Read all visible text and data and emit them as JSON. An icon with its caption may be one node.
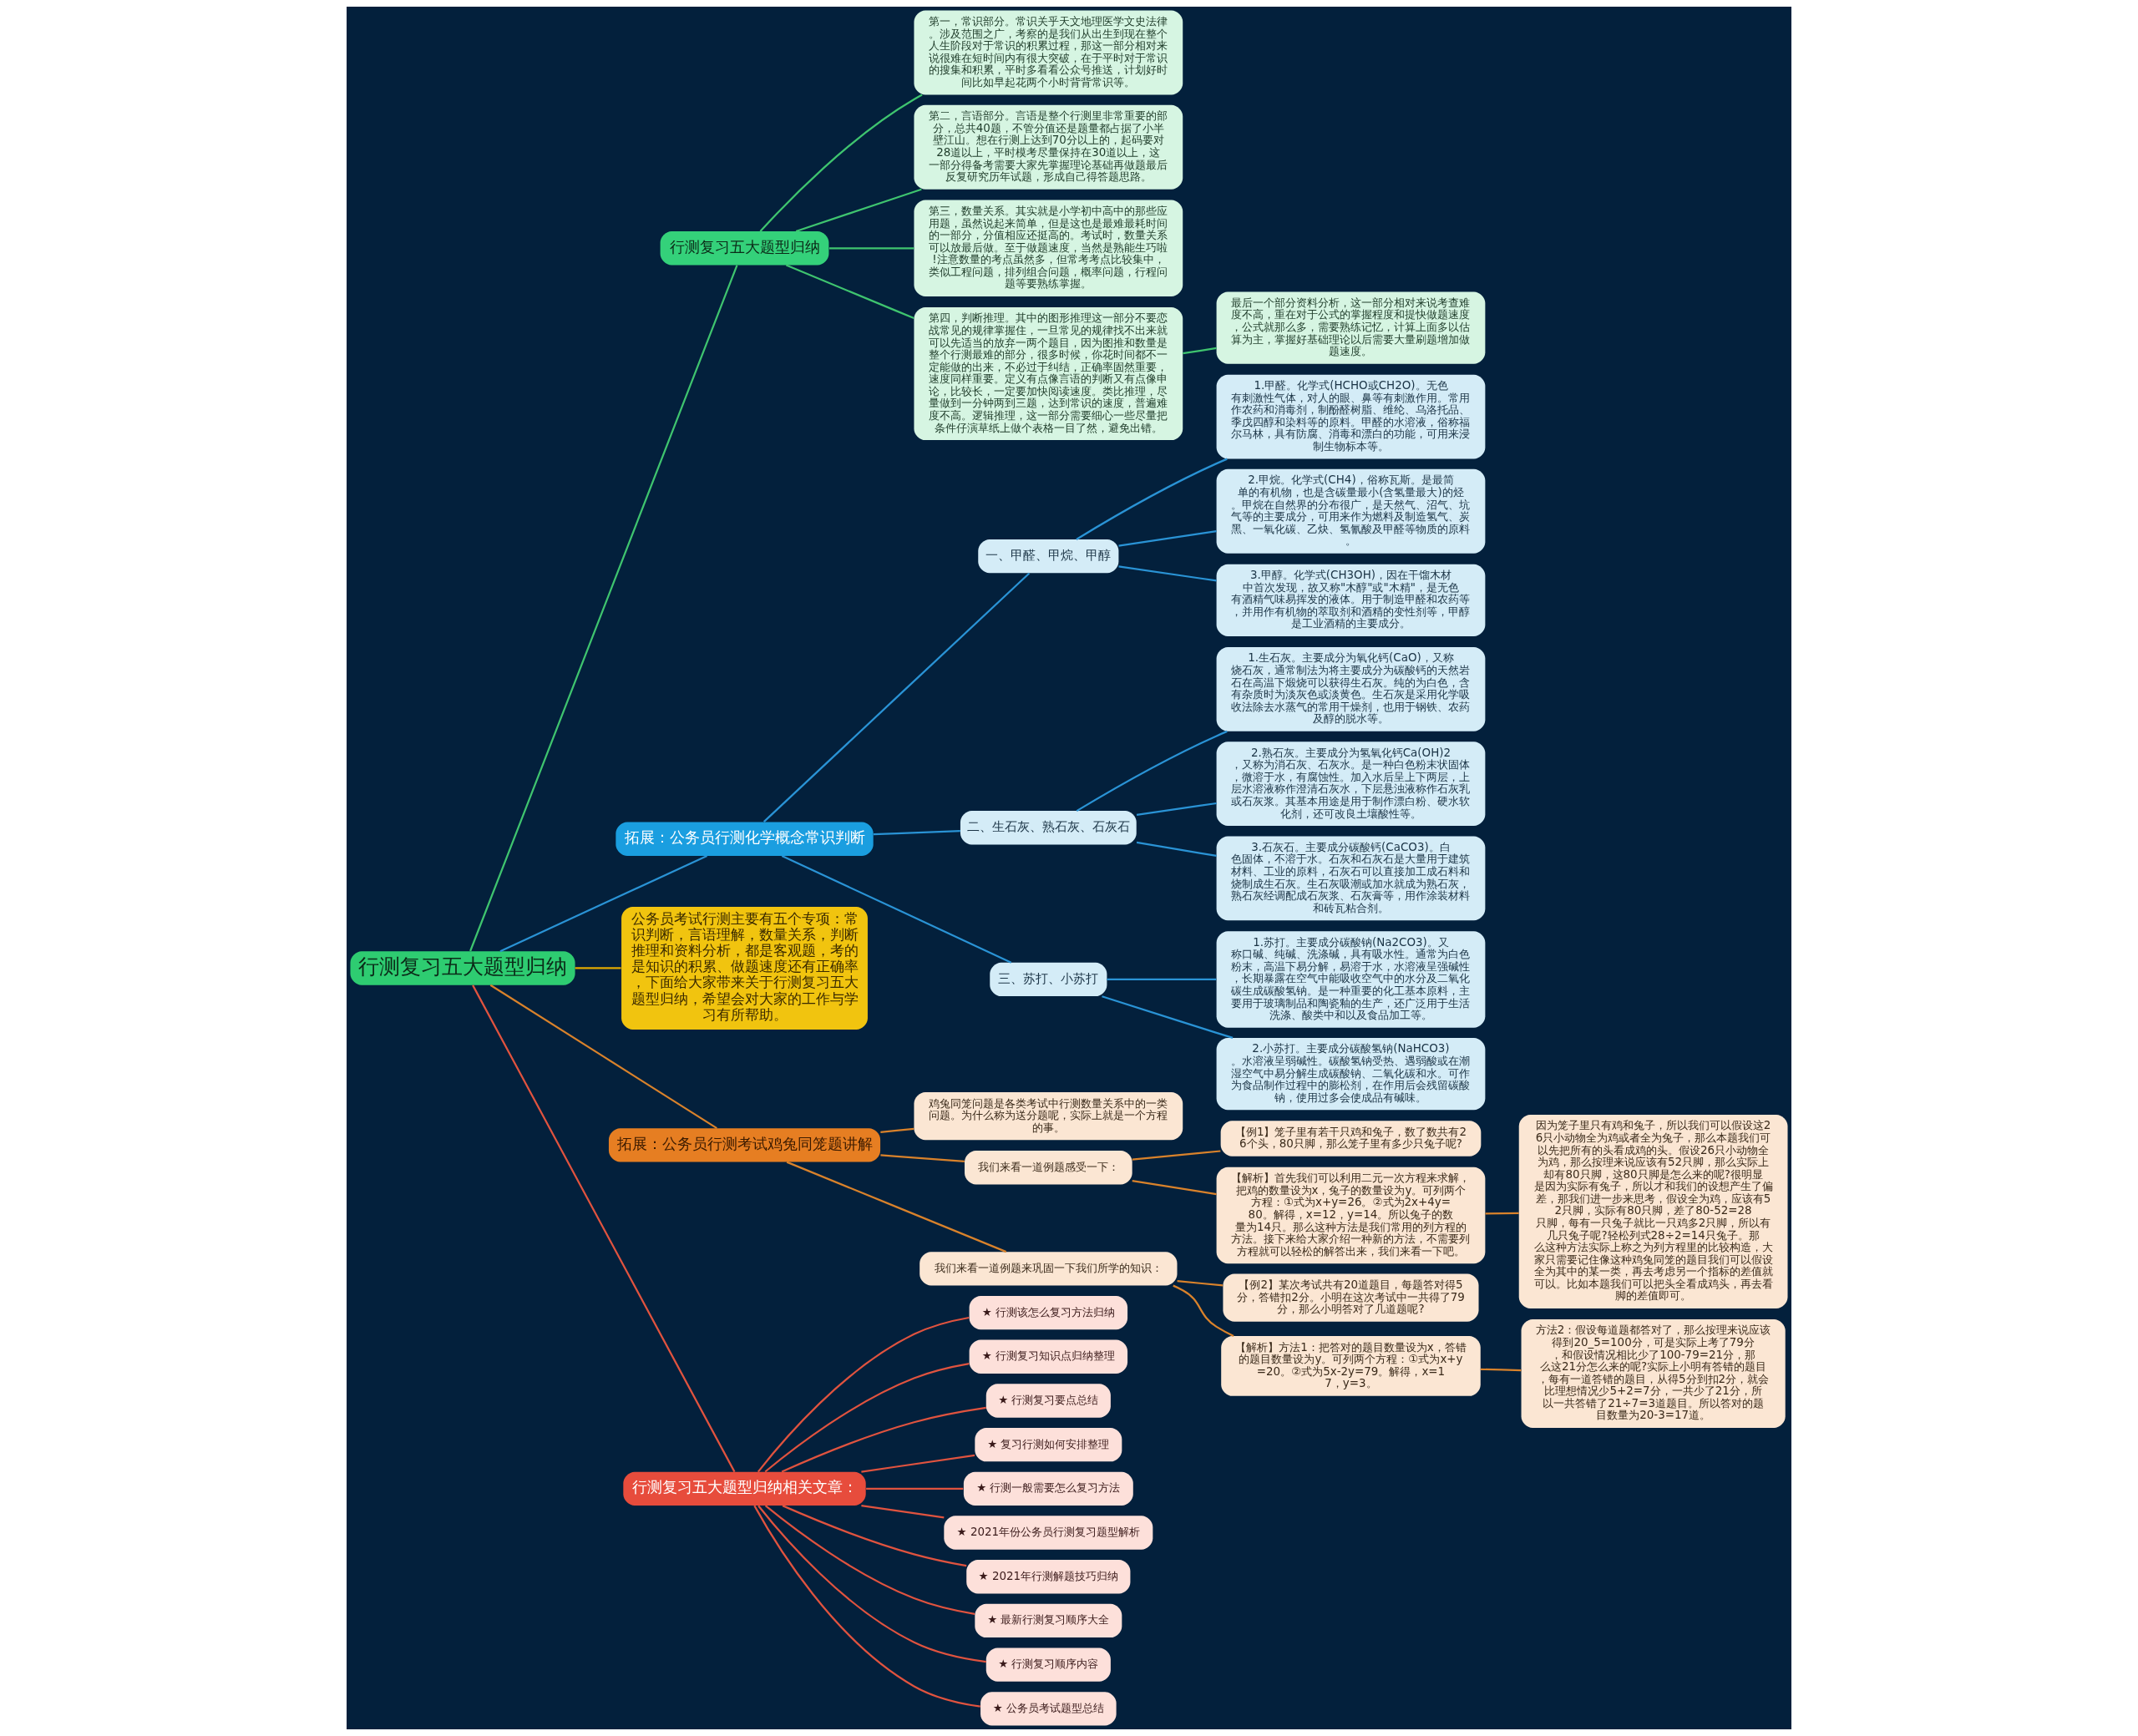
{
  "diagram": {
    "nodes": [
      {
        "text": [
          "行测复习五大题型归纳"
        ]
      },
      {
        "text": [
          "行测复习五大题型归纳"
        ]
      },
      {
        "text": [
          "第一，常识部分。常识关乎天文地理医学文史法律。涉及范围之广，考察的是我们从出生到现在整个人生阶段对于常识的积累过程，那这一部分相对来说很难在短时间内有很大突破，在于平时对于常识的搜集和积累，平时多看看公众号推送，计划好时间比如早起花两个小时背背常识等。"
        ]
      },
      {
        "text": [
          "第二，言语部分。言语是整个行测里非常重要的部分，总共40题，不管分值还是题量都占据了小半壁江山。想在行测上达到70分以上的，起码要对28道以上，平时模考尽量保持在30道以上，这一部分得备考需要大家先掌握理论基础再做题最后反复研究历年试题，形成自己得答题思路。"
        ]
      },
      {
        "text": [
          "第三，数量关系。其实就是小学初中高中的那些应用题，虽然说起来简单，但是这也是最难最耗时间的一部分，分值相应还挺高的。考试时，数量关系可以放最后做。至于做题速度，当然是熟能生巧啦!注意数量的考点虽然多，但常考考点比较集中，类似工程问题，排列组合问题，概率问题，行程问题等要熟练掌握。"
        ]
      },
      {
        "text": [
          "第四，判断推理。其中的图形推理这一部分不要恋战常见的规律掌握住，一旦常见的规律找不出来就可以先适当的放弃一两个题目，因为图推和数量是整个行测最难的部分，很多时候，你花时间都不一定能做的出来，不必过于纠结，正确率固然重要，速度同样重要。定义有点像言语的判断又有点像申论，比较长，一定要加快阅读速度。类比推理，尽量做到一分钟两到三题，达到常识的速度，普遍难度不高。逻辑推理，这一部分需要细心一些尽量把条件仔演草纸上做个表格一目了然，避免出错。"
        ]
      },
      {
        "text": [
          "最后一个部分资料分析，这一部分相对来说考查难度不高，重在对于公式的掌握程度和提快做题速度，公式就那么多，需要熟练记忆，计算上面多以估算为主，掌握好基础理论以后需要大量刷题增加做题速度。"
        ]
      },
      {
        "text": [
          "拓展：公务员行测化学概念常识判断"
        ]
      },
      {
        "text": [
          "一、甲醛、甲烷、甲醇"
        ]
      },
      {
        "text": [
          "1.甲醛。化学式(HCHO或CH2O)。无色有刺激性气体，对人的眼、鼻等有刺激作用。常用作农药和消毒剂，制酚醛树脂、维纶、乌洛托品、季戊四醇和染料等的原料。甲醛的水溶液，俗称福尔马林，具有防腐、消毒和漂白的功能，可用来浸制生物标本等。"
        ]
      },
      {
        "text": [
          "2.甲烷。化学式(CH4)，俗称瓦斯。是最简单的有机物，也是含碳量最小(含氢量最大)的烃。甲烷在自然界的分布很广，是天然气、沼气、坑气等的主要成分，可用来作为燃料及制造氢气、炭黑、一氧化碳、乙炔、氢氰酸及甲醛等物质的原料。"
        ]
      },
      {
        "text": [
          "3.甲醇。化学式(CH3OH)，因在干馏木材中首次发现，故又称\"木醇\"或\"木精\"，是无色有酒精气味易挥发的液体。用于制造甲醛和农药等，并用作有机物的萃取剂和酒精的变性剂等，甲醇是工业酒精的主要成分。"
        ]
      },
      {
        "text": [
          "二、生石灰、熟石灰、石灰石"
        ]
      },
      {
        "text": [
          "1.生石灰。主要成分为氧化钙(CaO)，又称烧石灰，通常制法为将主要成分为碳酸钙的天然岩石在高温下煅烧可以获得生石灰。纯的为白色，含有杂质时为淡灰色或淡黄色。生石灰是采用化学吸收法除去水蒸气的常用干燥剂，也用于钢铁、农药及醇的脱水等。"
        ]
      },
      {
        "text": [
          "2.熟石灰。主要成分为氢氧化钙Ca(OH)2，又称为消石灰、石灰水。是一种白色粉末状固体，微溶于水，有腐蚀性。加入水后呈上下两层，上层水溶液称作澄清石灰水，下层悬浊液称作石灰乳或石灰浆。其基本用途是用于制作漂白粉、硬水软化剂，还可改良土壤酸性等。"
        ]
      },
      {
        "text": [
          "3.石灰石。主要成分碳酸钙(CaCO3)。白色固体，不溶于水。石灰和石灰石是大量用于建筑材料、工业的原料，石灰石可以直接加工成石料和烧制成生石灰。生石灰吸潮或加水就成为熟石灰，熟石灰经调配成石灰浆、石灰膏等，用作涂装材料和砖瓦粘合剂。"
        ]
      },
      {
        "text": [
          "三、苏打、小苏打"
        ]
      },
      {
        "text": [
          "1.苏打。主要成分碳酸钠(Na2CO3)。又称口碱、纯碱、洗涤碱，具有吸水性。通常为白色粉末，高温下易分解，易溶于水，水溶液呈强碱性，长期暴露在空气中能吸收空气中的水分及二氧化碳生成碳酸氢钠。是一种重要的化工基本原料，主要用于玻璃制品和陶瓷釉的生产，还广泛用于生活洗涤、酸类中和以及食品加工等。"
        ]
      },
      {
        "text": [
          "2.小苏打。主要成分碳酸氢钠(NaHCO3)。水溶液呈弱碱性。碳酸氢钠受热、遇弱酸或在潮湿空气中易分解生成碳酸钠、二氧化碳和水。可作为食品制作过程中的膨松剂，在作用后会残留碳酸钠，使用过多会使成品有碱味。"
        ]
      },
      {
        "text": [
          "公务员考试行测主要有五个专项：常识判断，言语理解，数量关系，判断推理和资料分析，都是客观题，考的是知识的积累、做题速度还有正确率，下面给大家带来关于行测复习五大题型归纳，希望会对大家的工作与学习有所帮助。"
        ]
      },
      {
        "text": [
          "拓展：公务员行测考试鸡兔同笼题讲解"
        ]
      },
      {
        "text": [
          "鸡兔同笼问题是各类考试中行测数量关系中的一类问题。为什么称为送分题呢，实际上就是一个方程的事。"
        ]
      },
      {
        "text": [
          "我们来看一道例题感受一下："
        ]
      },
      {
        "text": [
          "【例1】笼子里有若干只鸡和兔子，数了数共有26个头，80只脚，那么笼子里有多少只兔子呢?"
        ]
      },
      {
        "text": [
          "【解析】首先我们可以利用二元一次方程来求解，把鸡的数量设为x，兔子的数量设为y。可列两个方程：①式为x+y=26。②式为2x+4y=80。解得，x=12，y=14。所以兔子的数量为14只。那么这种方法是我们常用的列方程的方法。接下来给大家介绍一种新的方法，不需要列方程就可以轻松的解答出来，我们来看一下吧。"
        ]
      },
      {
        "text": [
          "因为笼子里只有鸡和兔子，所以我们可以假设这26只小动物全为鸡或者全为兔子，那么本题我们可以先把所有的头看成鸡的头。假设26只小动物全为鸡，那么按理来说应该有52只脚，那么实际上却有80只脚，这80只脚是怎么来的呢?很明显是因为实际有兔子，所以才和我们的设想产生了偏差，那我们进一步来思考，假设全为鸡，应该有52只脚，实际有80只脚，差了80-52=28只脚，每有一只兔子就比一只鸡多2只脚，所以有几只兔子呢?轻松列式28÷2=14只兔子。那么这种方法实际上称之为列方程里的比较构造，大家只需要记住像这种鸡兔同笼的题目我们可以假设全为其中的某一类，再去考虑另一个指标的差值就可以。比如本题我们可以把头全看成鸡头，再去看脚的差值即可。"
        ]
      },
      {
        "text": [
          "我们来看一道例题来巩固一下我们所学的知识："
        ]
      },
      {
        "text": [
          "【例2】某次考试共有20道题目，每题答对得5分，答错扣2分。小明在这次考试中一共得了79分，那么小明答对了几道题呢?"
        ]
      },
      {
        "text": [
          "【解析】方法1：把答对的题目数量设为x，答错的题目数量设为y。可列两个方程：①式为x+y=20。②式为5x-2y=79。解得，x=17，y=3。"
        ]
      },
      {
        "text": [
          "方法2：假设每道题都答对了，那么按理来说应该得到20_5=100分，可是实际上考了79分，和假设情况相比少了100-79=21分，那么这21分怎么来的呢?实际上小明有答错的题目，每有一道答错的题目，从得5分到扣2分，就会比理想情况少5+2=7分，一共少了21分，所以一共答错了21÷7=3道题目。所以答对的题目数量为20-3=17道。"
        ]
      },
      {
        "text": [
          "行测复习五大题型归纳相关文章："
        ]
      },
      {
        "text": [
          "★ 行测该怎么复习方法归纳"
        ]
      },
      {
        "text": [
          "★ 行测复习知识点归纳整理"
        ]
      },
      {
        "text": [
          "★ 行测复习要点总结"
        ]
      },
      {
        "text": [
          "★ 复习行测如何安排整理"
        ]
      },
      {
        "text": [
          "★ 行测一般需要怎么复习方法"
        ]
      },
      {
        "text": [
          "★ 2021年份公务员行测复习题型解析"
        ]
      },
      {
        "text": [
          "★ 2021年行测解题技巧归纳"
        ]
      },
      {
        "text": [
          "★ 最新行测复习顺序大全"
        ]
      },
      {
        "text": [
          "★ 行测复习顺序内容"
        ]
      },
      {
        "text": [
          "★ 公务员考试题型总结"
        ]
      }
    ],
    "edges": [
      {
        "from": 0,
        "to": 1,
        "arrow": "none",
        "color": "#3fc46f"
      },
      {
        "from": 1,
        "to": 2,
        "arrow": "none",
        "color": "#3fc46f"
      },
      {
        "from": 1,
        "to": 3,
        "arrow": "none",
        "color": "#3fc46f"
      },
      {
        "from": 1,
        "to": 4,
        "arrow": "none",
        "color": "#3fc46f"
      },
      {
        "from": 1,
        "to": 5,
        "arrow": "none",
        "color": "#3fc46f"
      },
      {
        "from": 5,
        "to": 6,
        "arrow": "none",
        "color": "#3fc46f"
      },
      {
        "from": 0,
        "to": 7,
        "arrow": "none",
        "color": "#2a93d5"
      },
      {
        "from": 7,
        "to": 8,
        "arrow": "none",
        "color": "#2a93d5"
      },
      {
        "from": 8,
        "to": 9,
        "arrow": "none",
        "color": "#2a93d5"
      },
      {
        "from": 8,
        "to": 10,
        "arrow": "none",
        "color": "#2a93d5"
      },
      {
        "from": 8,
        "to": 11,
        "arrow": "none",
        "color": "#2a93d5"
      },
      {
        "from": 7,
        "to": 12,
        "arrow": "none",
        "color": "#2a93d5"
      },
      {
        "from": 12,
        "to": 13,
        "arrow": "none",
        "color": "#2a93d5"
      },
      {
        "from": 12,
        "to": 14,
        "arrow": "none",
        "color": "#2a93d5"
      },
      {
        "from": 12,
        "to": 15,
        "arrow": "none",
        "color": "#2a93d5"
      },
      {
        "from": 7,
        "to": 16,
        "arrow": "none",
        "color": "#2a93d5"
      },
      {
        "from": 16,
        "to": 17,
        "arrow": "none",
        "color": "#2a93d5"
      },
      {
        "from": 16,
        "to": 18,
        "arrow": "none",
        "color": "#2a93d5"
      },
      {
        "from": 0,
        "to": 19,
        "arrow": "none",
        "color": "#e0a800"
      },
      {
        "from": 0,
        "to": 20,
        "arrow": "none",
        "color": "#d9822b"
      },
      {
        "from": 20,
        "to": 21,
        "arrow": "none",
        "color": "#d9822b"
      },
      {
        "from": 20,
        "to": 22,
        "arrow": "none",
        "color": "#d9822b"
      },
      {
        "from": 22,
        "to": 23,
        "arrow": "none",
        "color": "#d9822b"
      },
      {
        "from": 22,
        "to": 24,
        "arrow": "none",
        "color": "#d9822b"
      },
      {
        "from": 24,
        "to": 25,
        "arrow": "none",
        "color": "#d9822b"
      },
      {
        "from": 20,
        "to": 26,
        "arrow": "none",
        "color": "#d9822b"
      },
      {
        "from": 26,
        "to": 27,
        "arrow": "none",
        "color": "#d9822b"
      },
      {
        "from": 26,
        "to": 28,
        "arrow": "none",
        "color": "#d9822b"
      },
      {
        "from": 28,
        "to": 29,
        "arrow": "none",
        "color": "#d9822b"
      },
      {
        "from": 0,
        "to": 30,
        "arrow": "none",
        "color": "#e0533f"
      },
      {
        "from": 30,
        "to": 31,
        "arrow": "none",
        "color": "#e0533f"
      },
      {
        "from": 30,
        "to": 32,
        "arrow": "none",
        "color": "#e0533f"
      },
      {
        "from": 30,
        "to": 33,
        "arrow": "none",
        "color": "#e0533f"
      },
      {
        "from": 30,
        "to": 34,
        "arrow": "none",
        "color": "#e0533f"
      },
      {
        "from": 30,
        "to": 35,
        "arrow": "none",
        "color": "#e0533f"
      },
      {
        "from": 30,
        "to": 36,
        "arrow": "none",
        "color": "#e0533f"
      },
      {
        "from": 30,
        "to": 37,
        "arrow": "none",
        "color": "#e0533f"
      },
      {
        "from": 30,
        "to": 38,
        "arrow": "none",
        "color": "#e0533f"
      },
      {
        "from": 30,
        "to": 39,
        "arrow": "none",
        "color": "#e0533f"
      },
      {
        "from": 30,
        "to": 40,
        "arrow": "none",
        "color": "#e0533f"
      }
    ]
  }
}
